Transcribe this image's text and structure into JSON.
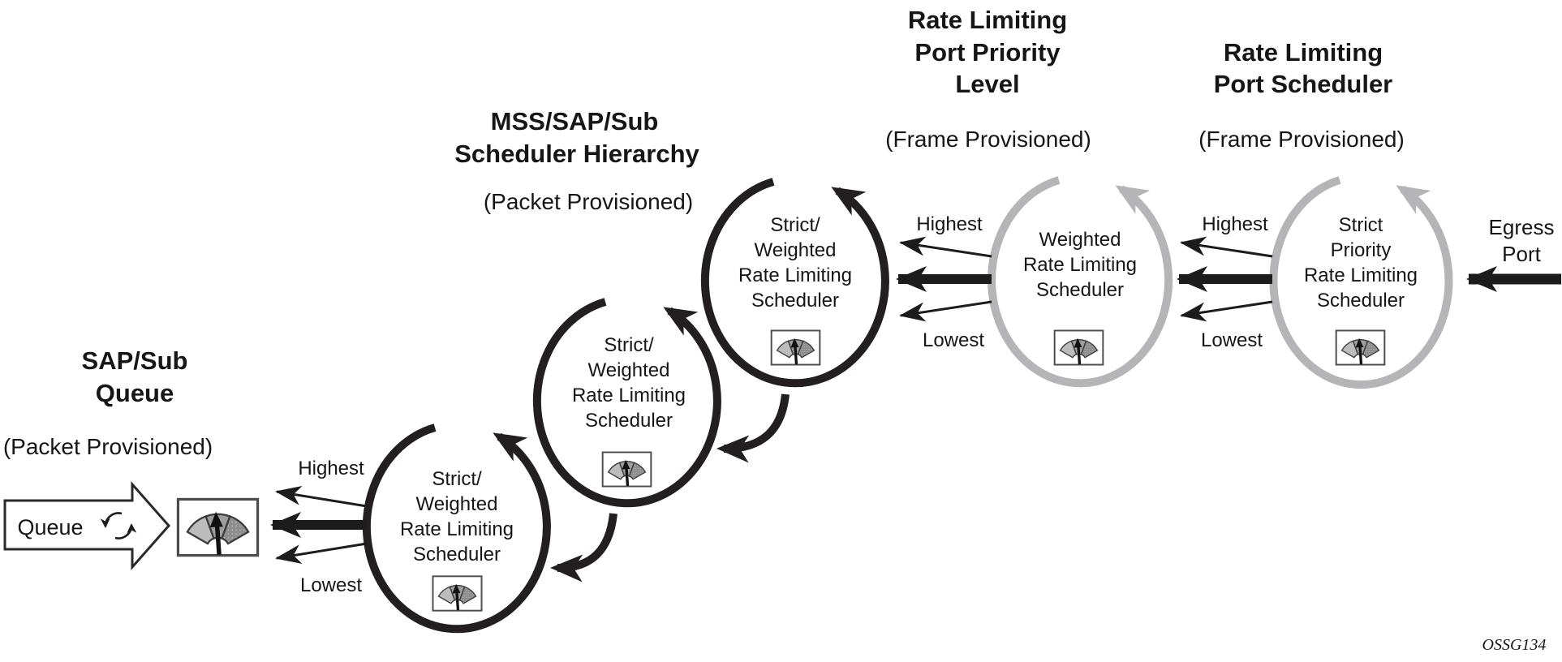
{
  "figure": {
    "code": "OSSG134"
  },
  "colors": {
    "dark_loop": "#231f20",
    "gray_loop": "#b5b5b7",
    "text": "#161616",
    "gauge_left": "#bcbcbc",
    "gauge_mid": "#9e9e9e",
    "gauge_right": "#8e8e8e"
  },
  "sections": {
    "sap_sub_queue": {
      "title_line1": "SAP/Sub",
      "title_line2": "Queue",
      "subtitle": "(Packet Provisioned)"
    },
    "mss_sap_sub": {
      "title_line1": "MSS/SAP/Sub",
      "title_line2": "Scheduler Hierarchy",
      "subtitle": "(Packet Provisioned)"
    },
    "port_priority": {
      "title_line1": "Rate Limiting",
      "title_line2": "Port Priority",
      "title_line3": "Level",
      "subtitle": "(Frame Provisioned)"
    },
    "port_scheduler": {
      "title_line1": "Rate Limiting",
      "title_line2": "Port Scheduler",
      "subtitle": "(Frame Provisioned)"
    }
  },
  "queue": {
    "label": "Queue"
  },
  "egress_port": {
    "line1": "Egress",
    "line2": "Port"
  },
  "schedulers": [
    {
      "id": "sap-scheduler-tier1",
      "line1": "Strict/",
      "line2": "Weighted",
      "line3": "Rate Limiting",
      "line4": "Scheduler"
    },
    {
      "id": "sap-scheduler-tier2",
      "line1": "Strict/",
      "line2": "Weighted",
      "line3": "Rate Limiting",
      "line4": "Scheduler"
    },
    {
      "id": "sap-scheduler-tier3",
      "line1": "Strict/",
      "line2": "Weighted",
      "line3": "Rate Limiting",
      "line4": "Scheduler"
    },
    {
      "id": "port-priority-scheduler",
      "line1": "Weighted",
      "line2": "Rate Limiting",
      "line3": "Scheduler"
    },
    {
      "id": "port-scheduler",
      "line1": "Strict",
      "line2": "Priority",
      "line3": "Rate Limiting",
      "line4": "Scheduler"
    }
  ],
  "priority_labels": [
    {
      "highest": "Highest",
      "lowest": "Lowest"
    },
    {
      "highest": "Highest",
      "lowest": "Lowest"
    },
    {
      "highest": "Highest",
      "lowest": "Lowest"
    }
  ]
}
